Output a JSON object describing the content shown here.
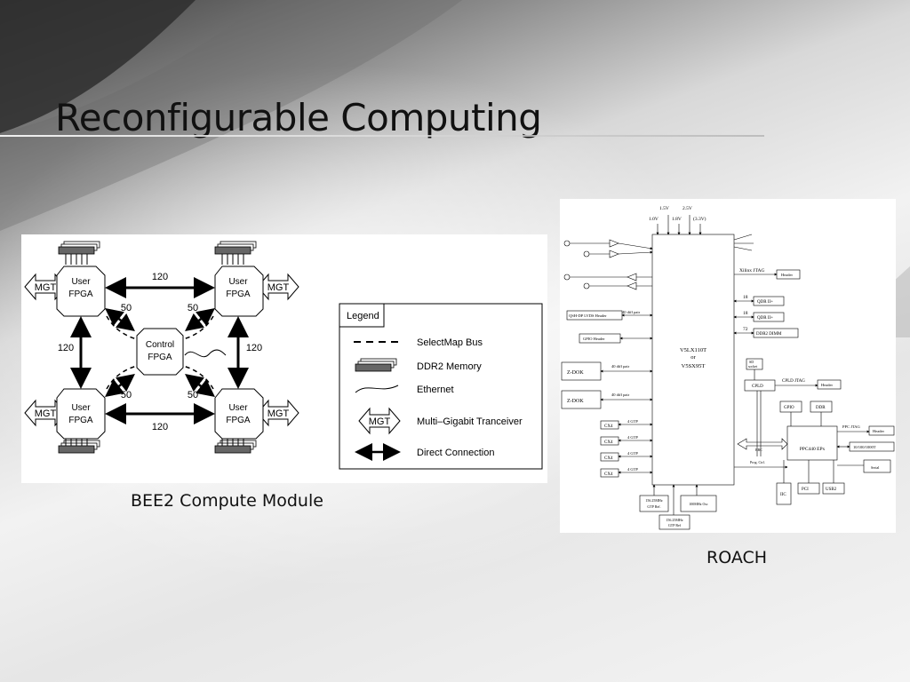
{
  "slide": {
    "title": "Reconfigurable Computing"
  },
  "bee2": {
    "caption": "BEE2 Compute Module",
    "user_fpga": [
      "User",
      "FPGA"
    ],
    "control_fpga": [
      "Control",
      "FPGA"
    ],
    "mgt": "MGT",
    "link_120": "120",
    "link_50": "50",
    "legend": {
      "title": "Legend",
      "selectmap": "SelectMap Bus",
      "ddr2": "DDR2 Memory",
      "ethernet": "Ethernet",
      "mgt_desc": "Multi–Gigabit Tranceiver",
      "direct": "Direct Connection"
    }
  },
  "roach": {
    "caption": "ROACH",
    "v15": "1.5V",
    "v25": "2.5V",
    "v10": "1.0V",
    "v18": "1.8V",
    "v33": "(3.3V)",
    "fpga_line1": "V5LX110T",
    "fpga_line2": "or",
    "fpga_line3": "V5SX95T",
    "xilinx_jtag": "Xilinx JTAG",
    "header": "Header",
    "n18": "18",
    "n72": "72",
    "qdr": "QDR II+",
    "ddr2_dimm": "DDR2 DIMM",
    "qsh": "QSH-DP LVDS Header",
    "gpio_header": "GPIO Header",
    "diff40": "40 diff pair",
    "zdok": "Z-DOK",
    "cx4": "CX4",
    "gtp4": "4 GTP",
    "sd_socket": [
      "SD",
      "socket"
    ],
    "cpld": "CPLD",
    "cpld_jtag": "CPLD JTAG",
    "gpio": "GPIO",
    "ddr": "DDR",
    "ppc_jtag": "PPC JTAG",
    "ppc": "PPC440 EPx",
    "eth": "10/100/1000T",
    "ebc": "EBC",
    "prog_ctrl": "Prog. Ctrl.",
    "iic": "IIC",
    "pci": "PCI",
    "usb2": "USB2",
    "serial": "Serial",
    "gtp_ref1": [
      "156.25MHz",
      "GTP Ref."
    ],
    "osc": "100MHz Osc",
    "gtp_ref2": [
      "156.25MHz",
      "GTP Ref"
    ]
  }
}
